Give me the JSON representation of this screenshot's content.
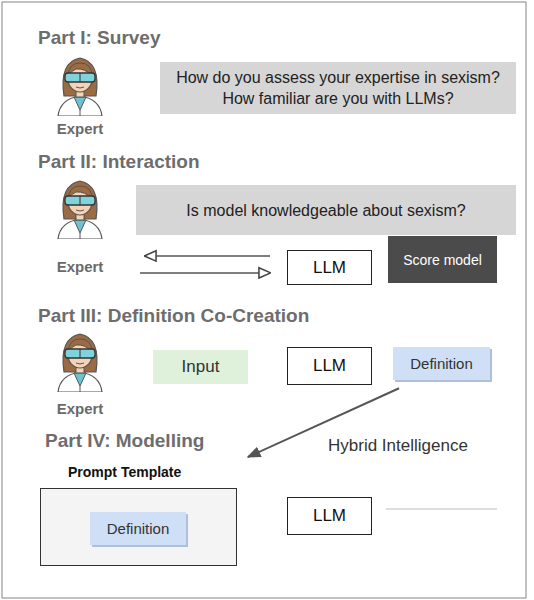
{
  "diagram": {
    "nodes": [
      {
        "text": [
          "Expert"
        ]
      },
      {
        "text": [
          "How do you assess your expertise in sexism? How familiar are you with LLMs?"
        ]
      },
      {
        "text": [
          "Expert"
        ]
      },
      {
        "text": [
          "Is model knowledgeable about sexism?"
        ]
      },
      {
        "text": [
          "LLM"
        ]
      },
      {
        "text": [
          "Score model"
        ]
      },
      {
        "text": [
          "Expert"
        ]
      },
      {
        "text": [
          "Input"
        ]
      },
      {
        "text": [
          "LLM"
        ]
      },
      {
        "text": [
          "Definition"
        ]
      },
      {
        "text": [
          "Prompt Template"
        ]
      },
      {
        "text": [
          "Definition"
        ],
        "in": 10
      },
      {
        "text": [
          "LLM"
        ]
      }
    ],
    "edges": [
      {
        "from": 4,
        "to": 2,
        "arrow": "to"
      },
      {
        "from": 2,
        "to": 4,
        "arrow": "to"
      },
      {
        "from": 9,
        "to": 10,
        "arrow": "to"
      }
    ],
    "labels": [
      "Part I: Survey",
      "Part II: Interaction",
      "Part III: Definition Co-Creation",
      "Part IV: Modelling",
      "Hybrid Intelligence"
    ]
  }
}
